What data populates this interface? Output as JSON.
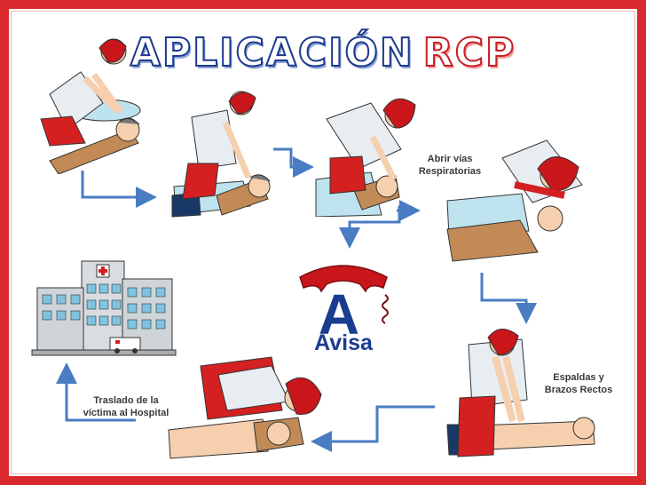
{
  "title": {
    "word1": "APLICACIÓN",
    "word2": "RCP"
  },
  "labels": {
    "airway": {
      "line1": "Abrir vías",
      "line2": "Respiratorias"
    },
    "posture": {
      "line1": "Espaldas y",
      "line2": "Brazos Rectos"
    },
    "transfer": {
      "line1": "Traslado de la",
      "line2": "víctima al Hospital"
    }
  },
  "avisa": {
    "letter": "A",
    "name": "Avisa"
  },
  "colors": {
    "frame": "#d8292c",
    "arrow": "#4a7cc4",
    "title_blue": "#1b3a8c",
    "title_red": "#c81e23",
    "shirt": "#e8edf2",
    "pants": "#d42020",
    "hair": "#c8161b",
    "skin": "#f5cfae",
    "patient_shirt": "#bfe3ee",
    "patient_pants": "#c18a56"
  },
  "icons": [
    "hospital-icon",
    "ambulance-icon",
    "telephone-icon"
  ]
}
